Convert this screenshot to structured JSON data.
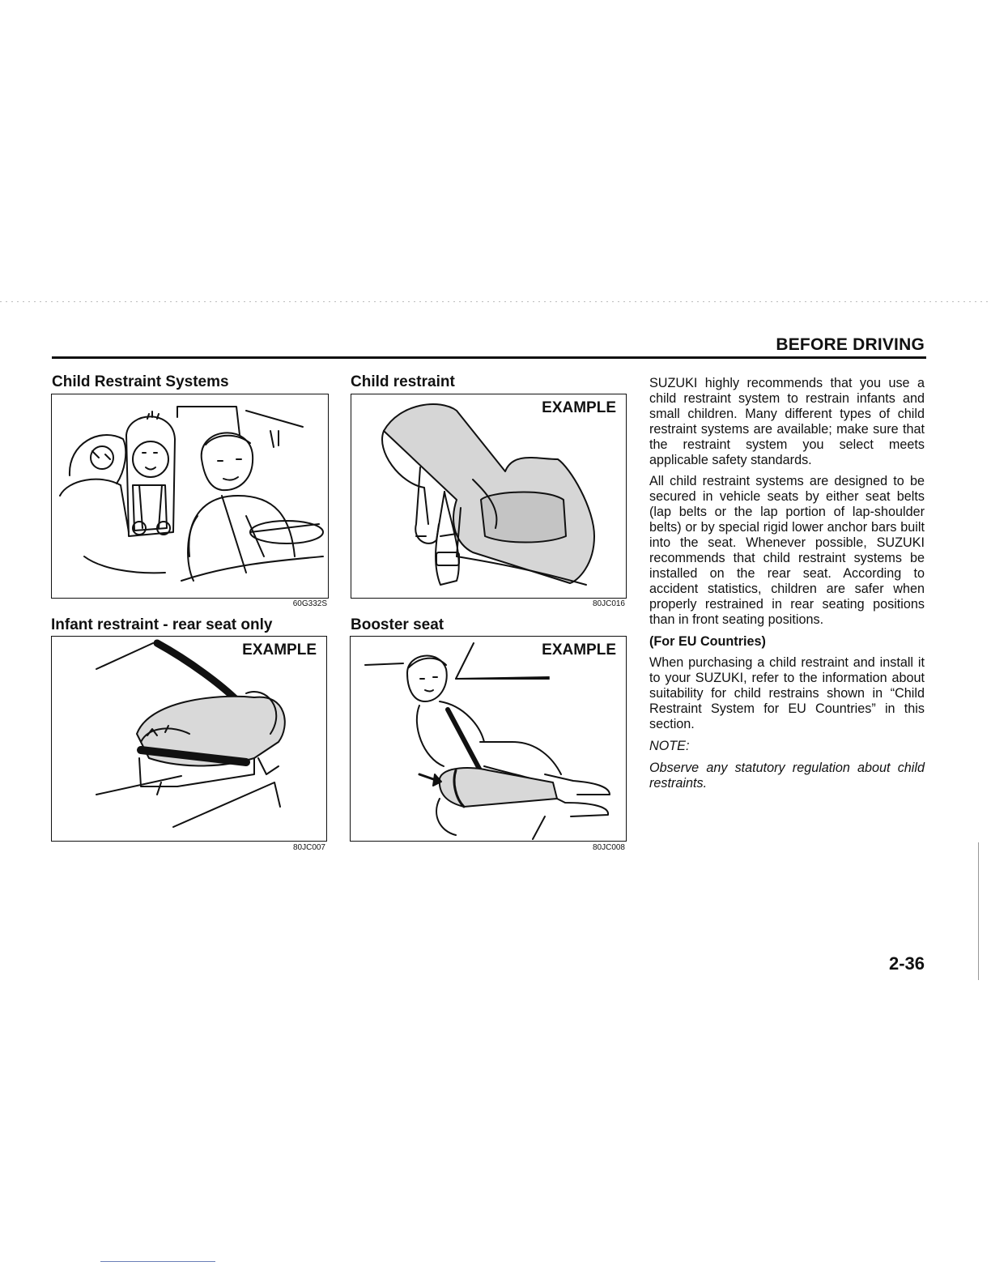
{
  "header": {
    "running_head": "BEFORE DRIVING"
  },
  "figures": [
    {
      "title": "Child Restraint Systems",
      "example": "",
      "code": "60G332S"
    },
    {
      "title": "Child restraint",
      "example": "EXAMPLE",
      "code": "80JC016"
    },
    {
      "title": "Infant restraint - rear seat only",
      "example": "EXAMPLE",
      "code": "80JC007"
    },
    {
      "title": "Booster seat",
      "example": "EXAMPLE",
      "code": "80JC008"
    }
  ],
  "body": {
    "para1": "SUZUKI highly recommends that you use a child restraint system to restrain infants and small children. Many different types of child restraint systems are available; make sure that the restraint system you select meets applicable safety standards.",
    "para2": "All child restraint systems are designed to be secured in vehicle seats by either seat belts (lap belts or the lap portion of lap-shoulder belts) or by special rigid lower anchor bars built into the seat. Whenever possible, SUZUKI recommends that child restraint systems be installed on the rear seat. According to accident statistics, children are safer when properly restrained in rear seating positions than in front seating positions.",
    "eu_heading": "(For EU Countries)",
    "eu_text": "When purchasing a child restraint and install it to your SUZUKI, refer to the information about suitability for child restrains shown in “Child Restraint System for EU Countries” in this section.",
    "note_label": "NOTE:",
    "note_text": "Observe any statutory regulation about child restraints."
  },
  "footer": {
    "page_number": "2-36"
  }
}
